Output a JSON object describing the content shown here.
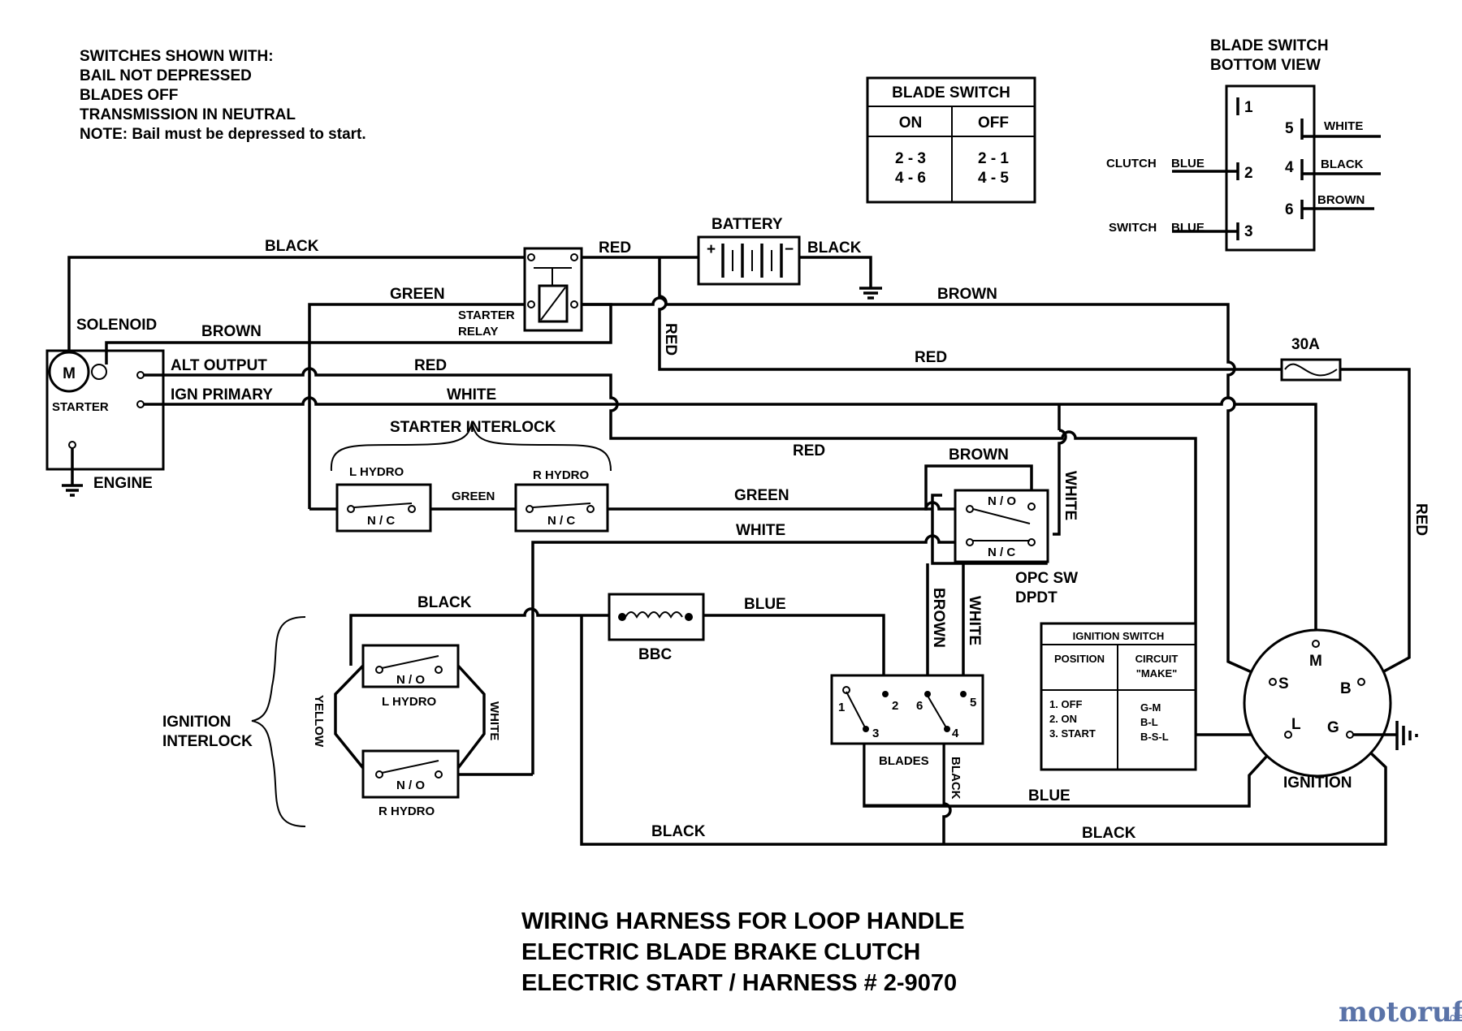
{
  "notes": {
    "lines": [
      "SWITCHES SHOWN WITH:",
      "BAIL NOT DEPRESSED",
      "BLADES OFF",
      "TRANSMISSION IN NEUTRAL",
      "NOTE: Bail must be depressed to start."
    ]
  },
  "blade_switch_table": {
    "title": "BLADE SWITCH",
    "col_on": "ON",
    "col_off": "OFF",
    "on_1": "2 - 3",
    "on_2": "4 - 6",
    "off_1": "2 - 1",
    "off_2": "4 - 5"
  },
  "blade_switch_bottom": {
    "title_1": "BLADE SWITCH",
    "title_2": "BOTTOM VIEW",
    "pins": [
      "1",
      "2",
      "3",
      "4",
      "5",
      "6"
    ],
    "wire_white": "WHITE",
    "wire_black": "BLACK",
    "wire_brown": "BROWN",
    "clutch": "CLUTCH",
    "switch": "SWITCH",
    "blue_1": "BLUE",
    "blue_2": "BLUE"
  },
  "engine": {
    "solenoid": "SOLENOID",
    "motor": "M",
    "starter": "STARTER",
    "engine": "ENGINE",
    "alt_output": "ALT OUTPUT",
    "ign_primary": "IGN PRIMARY"
  },
  "starter_relay": {
    "line1": "STARTER",
    "line2": "RELAY"
  },
  "battery": {
    "label": "BATTERY",
    "plus": "+",
    "minus": "−"
  },
  "fuse": {
    "label": "30A"
  },
  "starter_interlock": {
    "title": "STARTER INTERLOCK",
    "left": "L HYDRO",
    "right": "R HYDRO",
    "contact_left": "N / C",
    "contact_right": "N / C"
  },
  "opc_switch": {
    "no": "N / O",
    "nc": "N / C",
    "line1": "OPC SW",
    "line2": "DPDT"
  },
  "ignition_interlock": {
    "line1": "IGNITION",
    "line2": "INTERLOCK",
    "left": "L HYDRO",
    "right": "R HYDRO",
    "contact_top": "N / O",
    "contact_bottom": "N / O"
  },
  "bbc": {
    "label": "BBC"
  },
  "blades_switch": {
    "label": "BLADES",
    "pins": [
      "1",
      "2",
      "3",
      "6",
      "4",
      "5"
    ]
  },
  "ignition_table": {
    "title": "IGNITION SWITCH",
    "col_position": "POSITION",
    "col_circuit_1": "CIRCUIT",
    "col_circuit_2": "\"MAKE\"",
    "pos_1": "1.  OFF",
    "pos_2": "2.  ON",
    "pos_3": "3.  START",
    "make_1": "G-M",
    "make_2": "B-L",
    "make_3": "B-S-L"
  },
  "ignition_switch": {
    "label": "IGNITION",
    "m": "M",
    "s": "S",
    "b": "B",
    "l": "L",
    "g": "G"
  },
  "wires": {
    "black_top": "BLACK",
    "red_relay": "RED",
    "black_battery": "BLACK",
    "green_top": "GREEN",
    "brown_top": "BROWN",
    "brown_solenoid": "BROWN",
    "red_vertical": "RED",
    "red_fuse": "RED",
    "red_alt": "RED",
    "white_ign": "WHITE",
    "red_mid": "RED",
    "red_right": "RED",
    "brown_opc": "BROWN",
    "white_opc": "WHITE",
    "green_interlock": "GREEN",
    "green_main": "GREEN",
    "white_main": "WHITE",
    "black_ign_interlock": "BLACK",
    "blue_bbc": "BLUE",
    "brown_blades": "BROWN",
    "white_blades": "WHITE",
    "yellow": "YELLOW",
    "white_interlock": "WHITE",
    "black_blades": "BLACK",
    "blue_bottom": "BLUE",
    "black_bottom_left": "BLACK",
    "black_bottom_right": "BLACK"
  },
  "title": {
    "line1": "WIRING HARNESS FOR LOOP HANDLE",
    "line2": "ELECTRIC BLADE BRAKE CLUTCH",
    "line3": "ELECTRIC START / HARNESS # 2-9070"
  },
  "watermark": {
    "main": "motoruf",
    "suffix": ".de"
  }
}
